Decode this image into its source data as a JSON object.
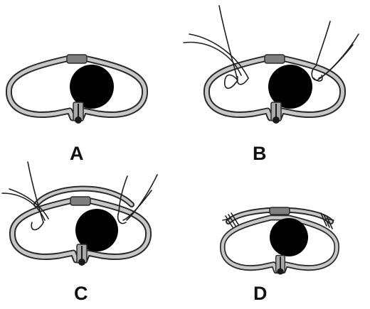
{
  "labels": {
    "a": "A",
    "b": "B",
    "c": "C",
    "d": "D"
  },
  "colors": {
    "wall_outline": "#2a2a2a",
    "wall_fill": "#c7c7c7",
    "sternum_bar_fill": "#7f7f7f",
    "heart": "#000000",
    "vertebra_fill": "#a9a9a9",
    "vertebra_body": "#1a1a1a",
    "suture": "#1e1e1e"
  },
  "icons": {
    "heart": "filled-circle",
    "vertebra": "spine-glyph"
  }
}
